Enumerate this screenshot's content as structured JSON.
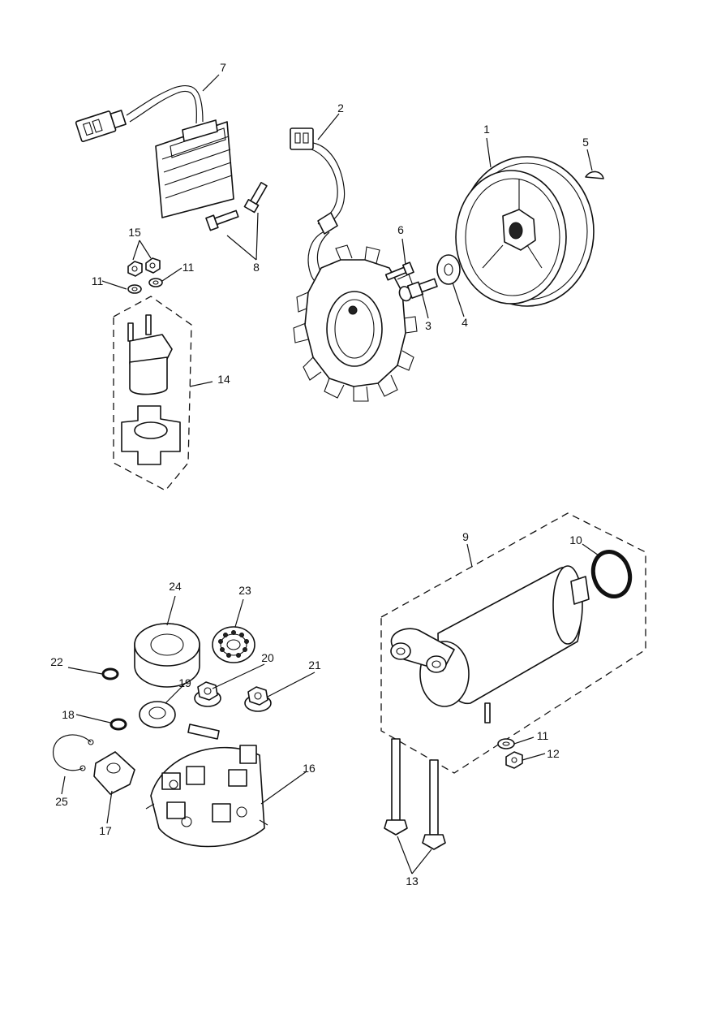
{
  "callouts": [
    {
      "id": "1",
      "label": "1"
    },
    {
      "id": "2",
      "label": "2"
    },
    {
      "id": "3",
      "label": "3"
    },
    {
      "id": "4",
      "label": "4"
    },
    {
      "id": "5",
      "label": "5"
    },
    {
      "id": "6",
      "label": "6"
    },
    {
      "id": "7",
      "label": "7"
    },
    {
      "id": "8",
      "label": "8"
    },
    {
      "id": "9",
      "label": "9"
    },
    {
      "id": "10",
      "label": "10"
    },
    {
      "id": "11a",
      "label": "11"
    },
    {
      "id": "11b",
      "label": "11"
    },
    {
      "id": "11c",
      "label": "11"
    },
    {
      "id": "12",
      "label": "12"
    },
    {
      "id": "13",
      "label": "13"
    },
    {
      "id": "14",
      "label": "14"
    },
    {
      "id": "15",
      "label": "15"
    },
    {
      "id": "16",
      "label": "16"
    },
    {
      "id": "17",
      "label": "17"
    },
    {
      "id": "18",
      "label": "18"
    },
    {
      "id": "19",
      "label": "19"
    },
    {
      "id": "20",
      "label": "20"
    },
    {
      "id": "21",
      "label": "21"
    },
    {
      "id": "22",
      "label": "22"
    },
    {
      "id": "23",
      "label": "23"
    },
    {
      "id": "24",
      "label": "24"
    },
    {
      "id": "25",
      "label": "25"
    }
  ]
}
